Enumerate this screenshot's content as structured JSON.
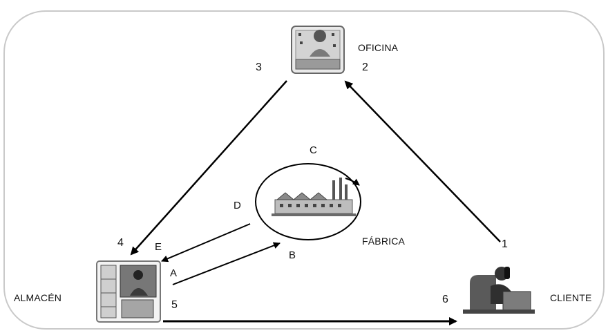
{
  "nodes": {
    "oficina": "OFICINA",
    "fabrica": "FÁBRICA",
    "almacen": "ALMACÉN",
    "cliente": "CLIENTE"
  },
  "step_labels": {
    "s1": "1",
    "s2": "2",
    "s3": "3",
    "s4": "4",
    "s5": "5",
    "s6": "6"
  },
  "letter_labels": {
    "a": "A",
    "b": "B",
    "c": "C",
    "d": "D",
    "e": "E"
  },
  "icons": {
    "office": "office-worker-icon",
    "factory": "factory-icon",
    "warehouse": "warehouse-worker-icon",
    "client": "phone-client-icon"
  }
}
